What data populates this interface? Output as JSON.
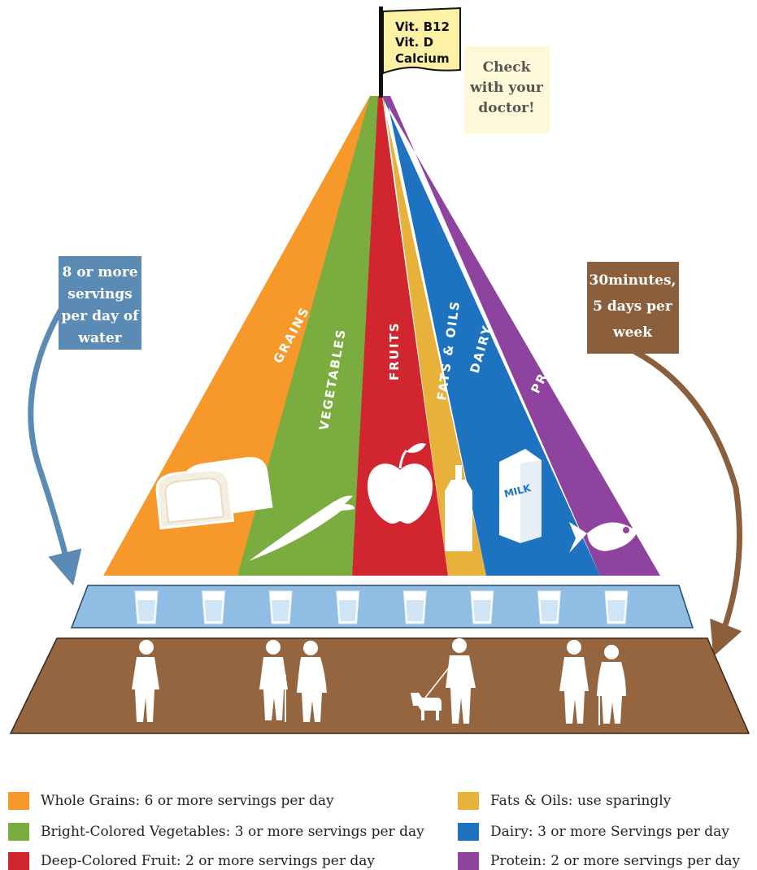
{
  "flag": {
    "lines": [
      "Vit. B12",
      "Vit. D",
      "Calcium"
    ]
  },
  "doctor_note": {
    "lines": [
      "Check",
      "with your",
      "doctor!"
    ],
    "color": "#fdf8d8"
  },
  "water_box": {
    "lines": [
      "8 or more",
      "servings",
      "per day of",
      "water"
    ],
    "color": "#5b8ab5"
  },
  "activity_box": {
    "lines": [
      "30minutes,",
      "5 days per",
      "week"
    ],
    "color": "#8b5e3c"
  },
  "bands": [
    {
      "label": "GRAINS",
      "color": "#f7982a",
      "icon": "bread-icon"
    },
    {
      "label": "VEGETABLES",
      "color": "#7bac3f",
      "icon": "carrot-icon"
    },
    {
      "label": "FRUITS",
      "color": "#d12630",
      "icon": "apple-icon"
    },
    {
      "label": "FATS & OILS",
      "color": "#e8b23a",
      "icon": "oil-bottle-icon"
    },
    {
      "label": "DAIRY",
      "color": "#1d73c0",
      "icon": "milk-carton-icon"
    },
    {
      "label": "PROTEIN",
      "color": "#8e449e",
      "icon": "fish-icon"
    }
  ],
  "water_tier": {
    "color": "#8fbde3",
    "glass_count": 8,
    "glass_icon": "water-glass-icon"
  },
  "activity_tier": {
    "color": "#956540",
    "people_icon": "walking-person-icon",
    "dog_icon": "dog-icon"
  },
  "legend": [
    {
      "color": "#f7982a",
      "text": "Whole Grains: 6 or more servings per day"
    },
    {
      "color": "#7bac3f",
      "text": "Bright-Colored Vegetables: 3 or more servings per day"
    },
    {
      "color": "#d12630",
      "text": "Deep-Colored Fruit: 2 or more servings per day"
    },
    {
      "color": "#e8b23a",
      "text": "Fats & Oils: use sparingly"
    },
    {
      "color": "#1d73c0",
      "text": "Dairy: 3 or more Servings per day"
    },
    {
      "color": "#8e449e",
      "text": "Protein: 2 or more servings per day"
    }
  ]
}
